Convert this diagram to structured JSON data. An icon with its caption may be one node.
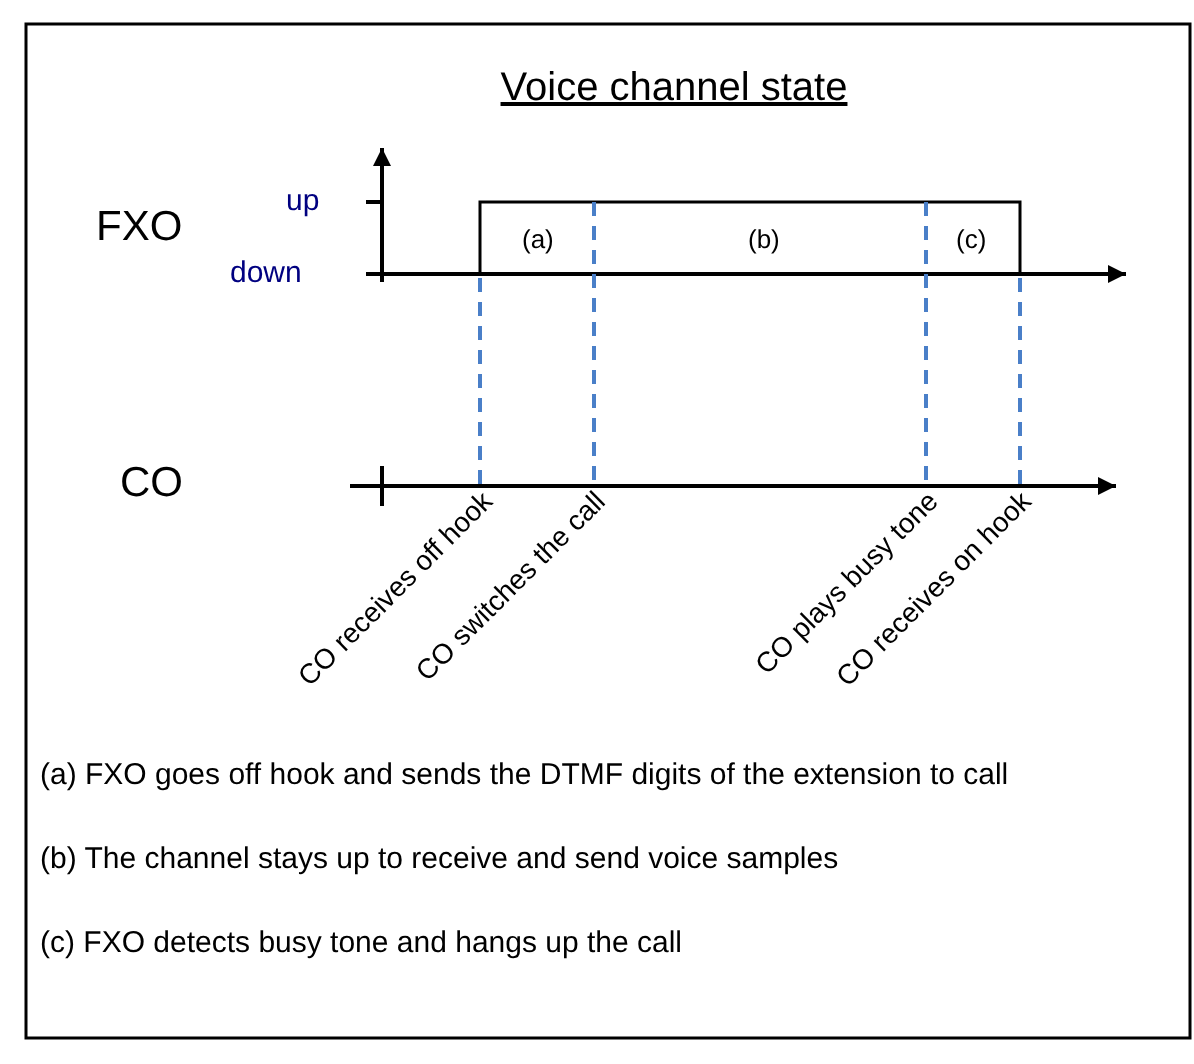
{
  "diagram": {
    "title": "Voice channel state",
    "labels": [
      "FXO",
      "up",
      "down",
      "(a)",
      "(b)",
      "(c)",
      "CO",
      "CO receives off hook",
      "CO switches the call",
      "CO plays busy tone",
      "CO receives on hook",
      "(a) FXO goes off hook and sends the DTMF digits of the extension to call",
      "(b) The channel stays up to receive and send voice samples",
      "(c) FXO detects busy tone and hangs up the call"
    ]
  }
}
